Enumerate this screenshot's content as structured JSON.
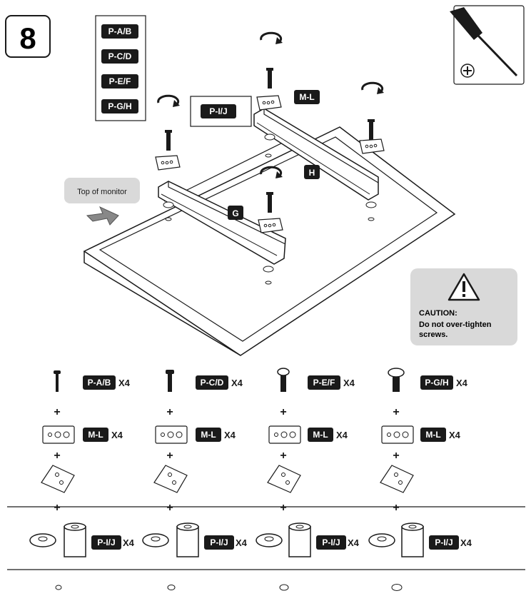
{
  "step_number": "8",
  "callout_labels": [
    "P-A/B",
    "P-C/D",
    "P-E/F",
    "P-G/H"
  ],
  "spacer_callout": "P-I/J",
  "washer_callout": "M-L",
  "bracket_g": "G",
  "bracket_h": "H",
  "top_of_monitor": "Top of monitor",
  "caution": {
    "title": "CAUTION:",
    "line1": "Do not over-tighten",
    "line2": "screws."
  },
  "screwdriver_icon": "phillips-icon",
  "parts_columns": [
    {
      "screw_label": "P-A/B",
      "screw_qty": "X4",
      "washer_label": "M-L",
      "washer_qty": "X4",
      "spacer_label": "P-I/J",
      "spacer_qty": "X4"
    },
    {
      "screw_label": "P-C/D",
      "screw_qty": "X4",
      "washer_label": "M-L",
      "washer_qty": "X4",
      "spacer_label": "P-I/J",
      "spacer_qty": "X4"
    },
    {
      "screw_label": "P-E/F",
      "screw_qty": "X4",
      "washer_label": "M-L",
      "washer_qty": "X4",
      "spacer_label": "P-I/J",
      "spacer_qty": "X4"
    },
    {
      "screw_label": "P-G/H",
      "screw_qty": "X4",
      "washer_label": "M-L",
      "washer_qty": "X4",
      "spacer_label": "P-I/J",
      "spacer_qty": "X4"
    }
  ],
  "plus_sign": "+"
}
